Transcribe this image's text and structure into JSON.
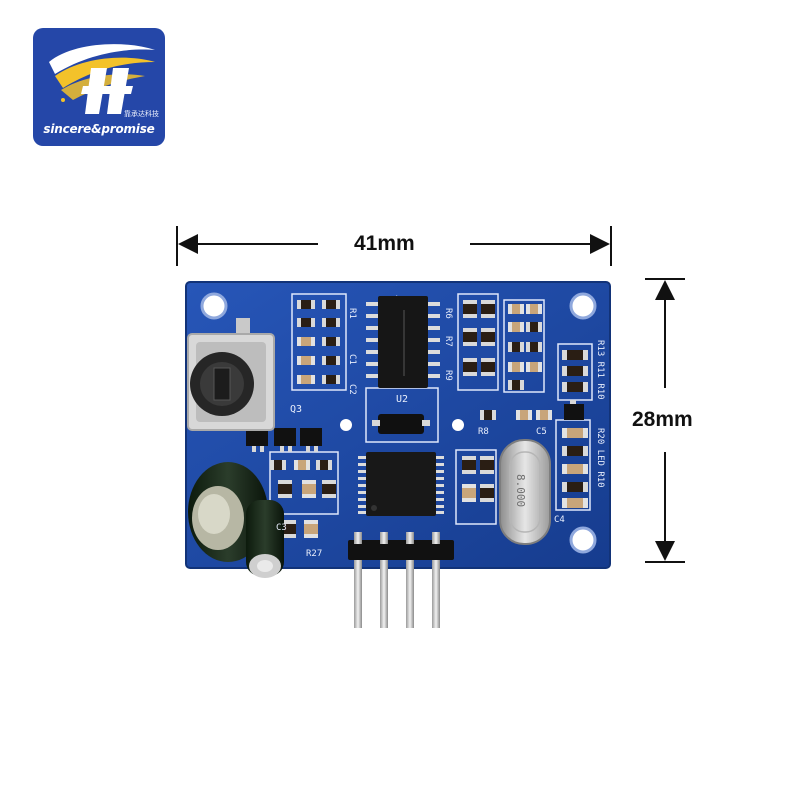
{
  "logo": {
    "brand": "sincere&promise",
    "chinese": "靠承达科技",
    "colors": {
      "background": "#2547a8",
      "swoosh": "#f3c22a"
    }
  },
  "dimensions": {
    "width_label": "41mm",
    "height_label": "28mm"
  },
  "board": {
    "color": "#1d49a6",
    "silkscreen": {
      "u2": "U2",
      "q3": "Q3",
      "c1": "C1",
      "c2": "C2",
      "c3": "C3",
      "c4": "C4",
      "c5": "C5",
      "r1": "R1",
      "r6": "R6",
      "r7": "R7",
      "r8": "R8",
      "r9": "R9",
      "r13_r11_r10": "R13 R11 R10",
      "r20_led_r10": "R20 LED R10",
      "r27": "R27",
      "crystal": "8.000"
    }
  }
}
